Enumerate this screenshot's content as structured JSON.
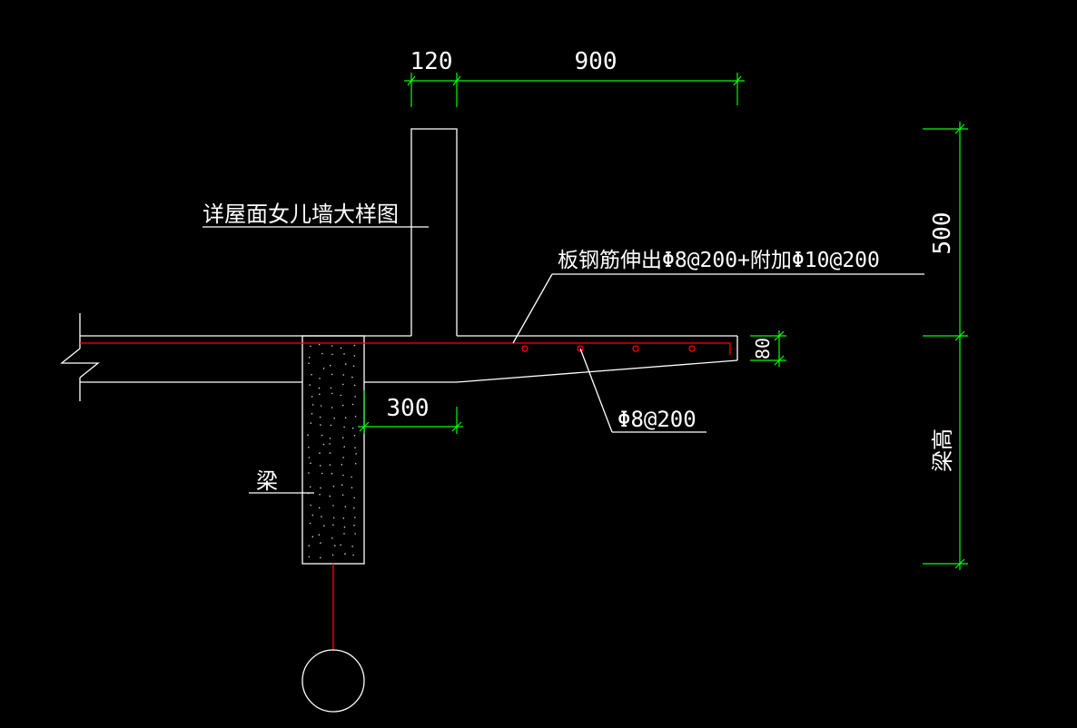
{
  "dimensions": {
    "parapet_width": "120",
    "overhang_length": "900",
    "parapet_height": "500",
    "slab_edge_thickness": "80",
    "beam_offset": "300",
    "beam_height": "梁高"
  },
  "labels": {
    "parapet_detail": "详屋面女儿墙大样图",
    "slab_rebar": "板钢筋伸出Φ8@200+附加Φ10@200",
    "distribution_rebar": "Φ8@200",
    "beam": "梁"
  },
  "colors": {
    "background": "#000000",
    "outline": "#ffffff",
    "dimension": "#00ff00",
    "rebar": "#ff0000"
  }
}
